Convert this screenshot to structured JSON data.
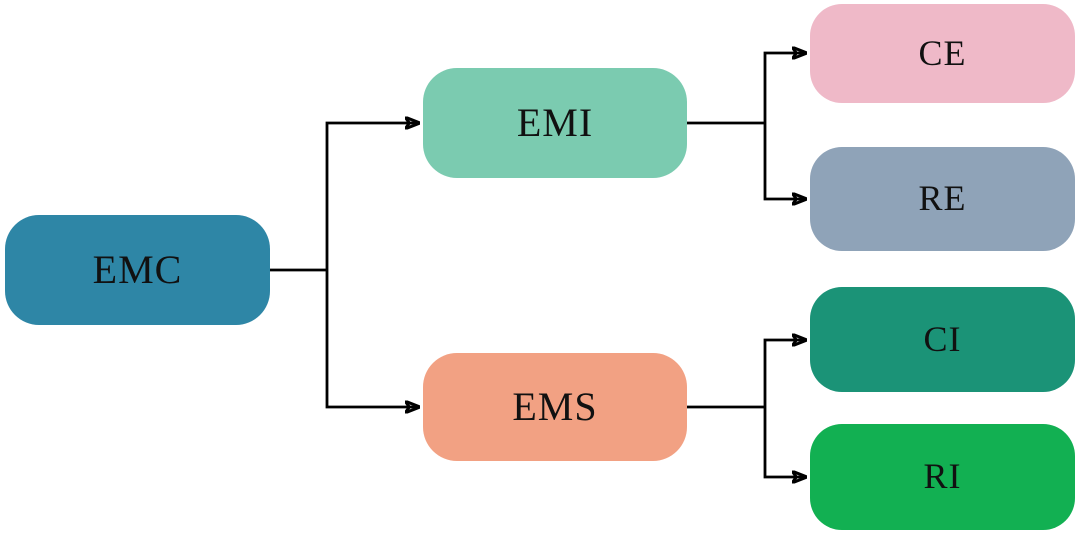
{
  "diagram": {
    "type": "flowchart-tree",
    "background_color": "#ffffff",
    "line_color": "#000000",
    "text_color": "#111111",
    "nodes": [
      {
        "id": "emc",
        "label": "EMC",
        "color": "#2E86A6",
        "level": 1
      },
      {
        "id": "emi",
        "label": "EMI",
        "color": "#7BCBB0",
        "level": 2
      },
      {
        "id": "ems",
        "label": "EMS",
        "color": "#F2A183",
        "level": 2
      },
      {
        "id": "ce",
        "label": "CE",
        "color": "#EFB9C8",
        "level": 3
      },
      {
        "id": "re",
        "label": "RE",
        "color": "#8FA3B8",
        "level": 3
      },
      {
        "id": "ci",
        "label": "CI",
        "color": "#1B9377",
        "level": 3
      },
      {
        "id": "ri",
        "label": "RI",
        "color": "#12B052",
        "level": 3
      }
    ],
    "edges": [
      {
        "from": "EMC",
        "to": "EMI"
      },
      {
        "from": "EMC",
        "to": "EMS"
      },
      {
        "from": "EMI",
        "to": "CE"
      },
      {
        "from": "EMI",
        "to": "RE"
      },
      {
        "from": "EMS",
        "to": "CI"
      },
      {
        "from": "EMS",
        "to": "RI"
      }
    ]
  }
}
